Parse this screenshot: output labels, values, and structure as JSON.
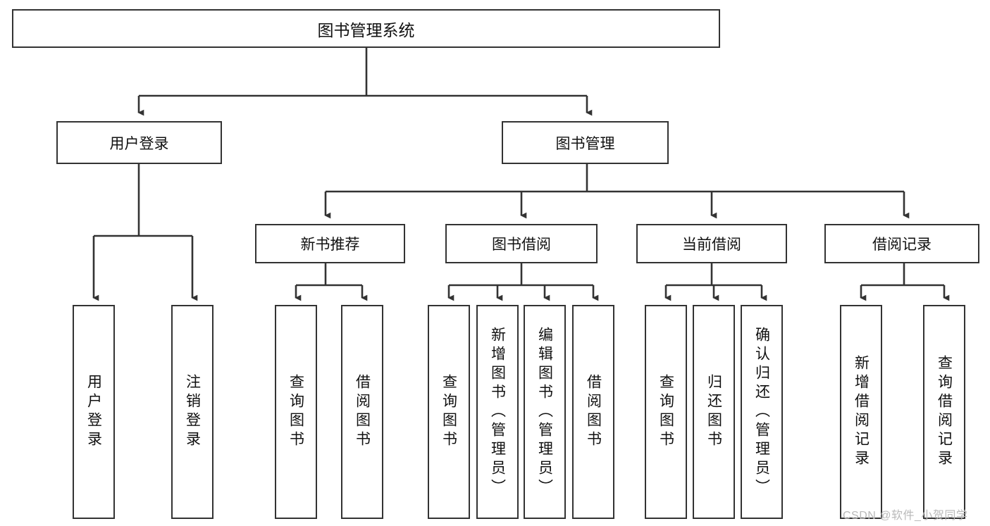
{
  "diagram": {
    "title": "图书管理系统",
    "type": "tree-hierarchy",
    "stroke_color": "#333333",
    "fill_color": "#ffffff",
    "text_color": "#111111"
  },
  "root": {
    "label": "图书管理系统"
  },
  "level2": [
    {
      "label": "用户登录"
    },
    {
      "label": "图书管理"
    }
  ],
  "level3": [
    {
      "label": "新书推荐"
    },
    {
      "label": "图书借阅"
    },
    {
      "label": "当前借阅"
    },
    {
      "label": "借阅记录"
    }
  ],
  "leaves": {
    "user_login": [
      {
        "label": "用户登录"
      },
      {
        "label": "注销登录"
      }
    ],
    "new_book_recommend": [
      {
        "label": "查询图书"
      },
      {
        "label": "借阅图书"
      }
    ],
    "book_borrow": [
      {
        "label": "查询图书"
      },
      {
        "label": "新增图书（管理员）"
      },
      {
        "label": "编辑图书（管理员）"
      },
      {
        "label": "借阅图书"
      }
    ],
    "current_borrow": [
      {
        "label": "查询图书"
      },
      {
        "label": "归还图书"
      },
      {
        "label": "确认归还（管理员）"
      }
    ],
    "borrow_record": [
      {
        "label": "新增借阅记录"
      },
      {
        "label": "查询借阅记录"
      }
    ]
  },
  "watermark": {
    "text": "CSDN @软件_小贺同学"
  }
}
